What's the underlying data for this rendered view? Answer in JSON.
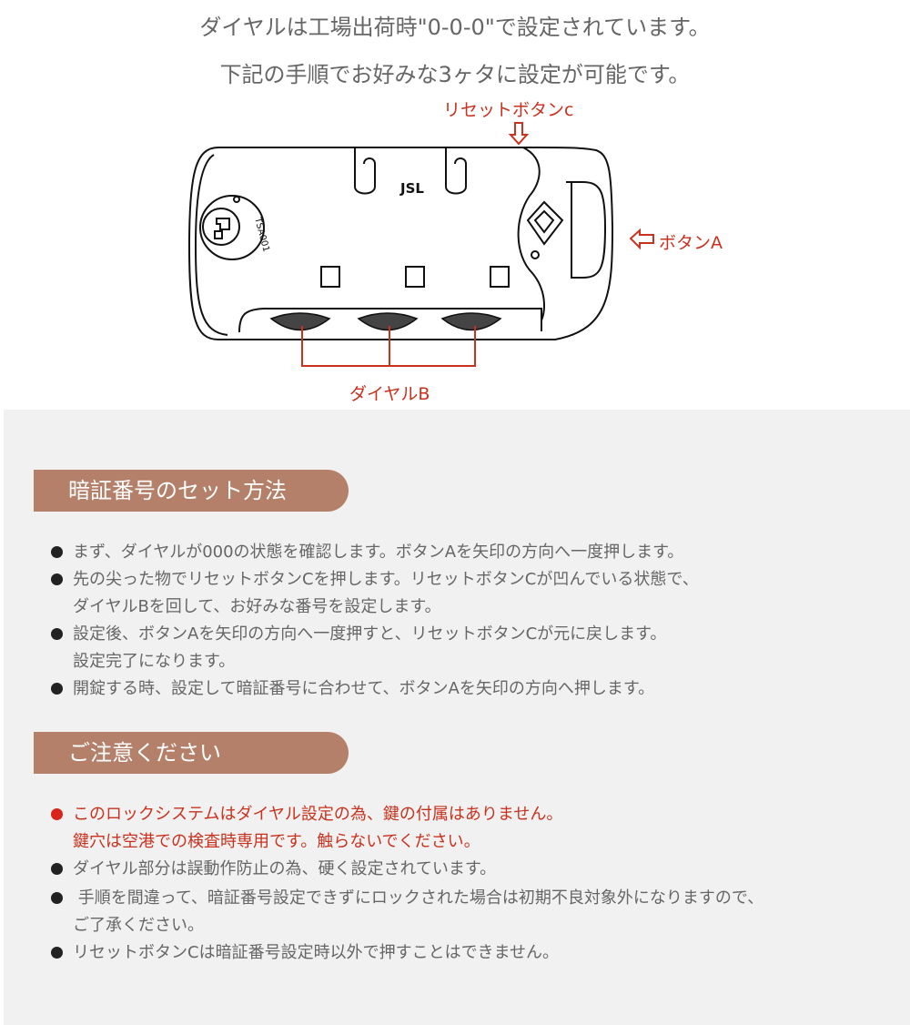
{
  "intro": {
    "line1": "ダイヤルは工場出荷時\"0-0-0\"で設定されています。",
    "line2": "下記の手順でお好みな3ヶタに設定が可能です。"
  },
  "diagram": {
    "label_reset": "リセットボタンc",
    "label_button_a": "ボタンA",
    "label_dial": "ダイヤルB",
    "brand": "JSL",
    "tsa_text": "TSA001",
    "accent_color": "#c8321e"
  },
  "set_section": {
    "title": "暗証番号のセット方法",
    "items": [
      {
        "lines": [
          "まず、ダイヤルが000の状態を確認します。ボタンAを矢印の方向へ一度押します。"
        ]
      },
      {
        "lines": [
          "先の尖った物でリセットボタンCを押します。リセットボタンCが凹んでいる状態で、",
          "ダイヤルBを回して、お好みな番号を設定します。"
        ]
      },
      {
        "lines": [
          "設定後、ボタンAを矢印の方向へ一度押すと、リセットボタンCが元に戻します。",
          "設定完了になります。"
        ]
      },
      {
        "lines": [
          "開錠する時、設定して暗証番号に合わせて、ボタンAを矢印の方向へ押します。"
        ]
      }
    ]
  },
  "notice_section": {
    "title": "ご注意ください",
    "items": [
      {
        "lines": [
          "このロックシステムはダイヤル設定の為、鍵の付属はありません。",
          "鍵穴は空港での検査時専用です。触らないでください。"
        ]
      },
      {
        "lines": [
          "ダイヤル部分は誤動作防止の為、硬く設定されています。"
        ]
      },
      {
        "lines": [
          " 手順を間違って、暗証番号設定できずにロックされた場合は初期不良対象外になりますので、",
          "ご了承ください。"
        ]
      },
      {
        "lines": [
          "リセットボタンCは暗証番号設定時以外で押すことはできません。"
        ]
      }
    ]
  }
}
